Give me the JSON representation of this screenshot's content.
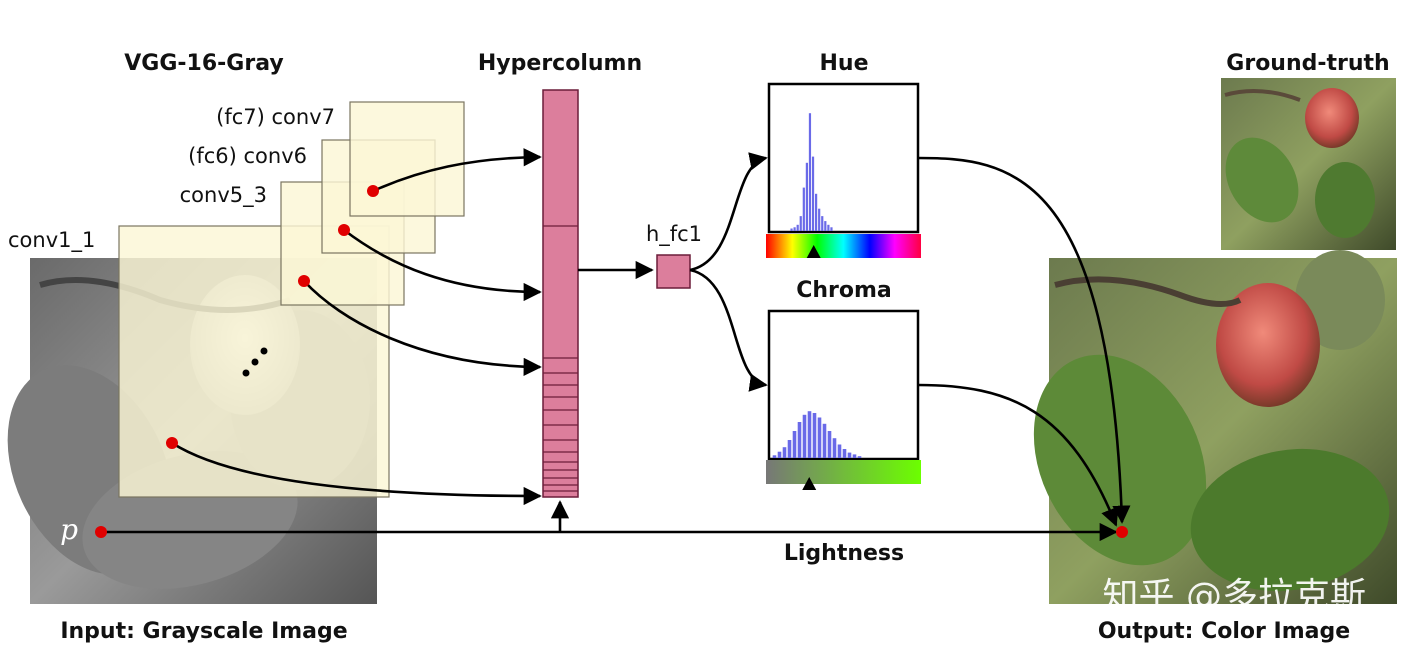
{
  "labels": {
    "vgg_title": "VGG-16-Gray",
    "hypercolumn_title": "Hypercolumn",
    "hue_title": "Hue",
    "chroma_title": "Chroma",
    "groundtruth_title": "Ground-truth",
    "layer_fc7": "(fc7) conv7",
    "layer_fc6": "(fc6) conv6",
    "layer_conv5": "conv5_3",
    "layer_conv1": "conv1_1",
    "h_fc1": "h_fc1",
    "lightness": "Lightness",
    "pixel": "p",
    "input_caption": "Input: Grayscale Image",
    "output_caption": "Output: Color Image",
    "watermark": "知乎 @多拉克斯",
    "ellipsis": "⋮"
  },
  "colors": {
    "feature_map_fill": "#fbf6d6",
    "feature_map_stroke": "#7a7560",
    "hypercolumn_fill": "#dc7e9c",
    "hypercolumn_stroke": "#6b1d3a",
    "point": "#e00000",
    "histogram_bar": "#6a6ae8",
    "arrow": "#000000"
  },
  "hue_histogram": [
    0.02,
    0.03,
    0.05,
    0.12,
    0.35,
    0.55,
    0.95,
    0.6,
    0.3,
    0.18,
    0.12,
    0.08,
    0.05,
    0.03
  ],
  "chroma_histogram": [
    0.03,
    0.07,
    0.12,
    0.2,
    0.3,
    0.4,
    0.48,
    0.52,
    0.5,
    0.45,
    0.38,
    0.3,
    0.22,
    0.15,
    0.1,
    0.06,
    0.04,
    0.02
  ],
  "hue_marker": 0.3,
  "chroma_marker": 0.27
}
